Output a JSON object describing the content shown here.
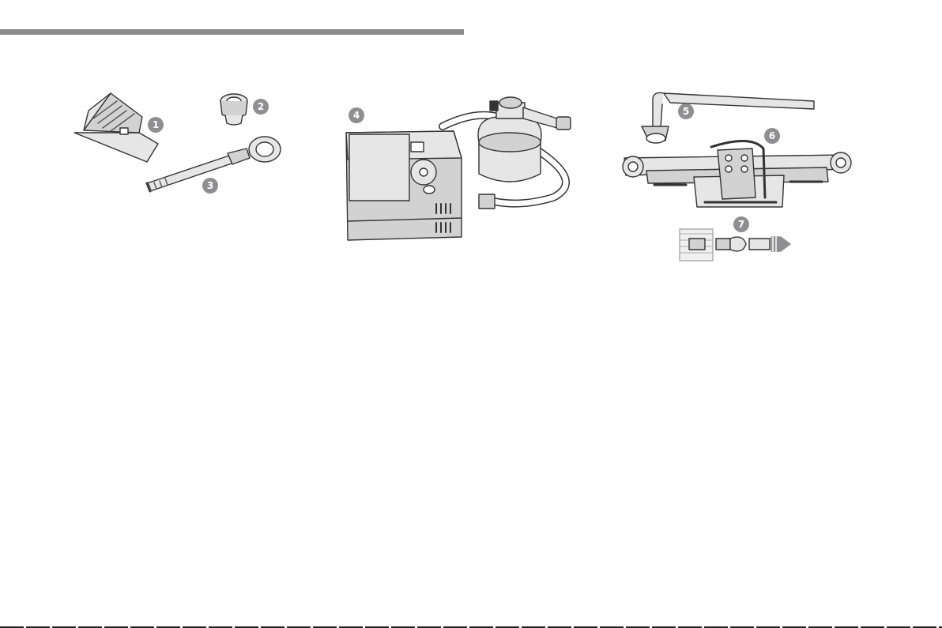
{
  "items": [
    {
      "number": "1",
      "name": "wheel-chock"
    },
    {
      "number": "2",
      "name": "anti-theft-wheel-bolt-adapter"
    },
    {
      "number": "3",
      "name": "towing-eye"
    },
    {
      "number": "4",
      "name": "compressor-with-sealant-cartridge"
    },
    {
      "number": "5",
      "name": "wheelbrace"
    },
    {
      "number": "6",
      "name": "jack"
    },
    {
      "number": "7",
      "name": "bolt-cover-removal-tool"
    }
  ],
  "colors": {
    "header_bar": "#8a898b",
    "badge": "#8f8e90",
    "outline": "#333333",
    "fill_light": "#e6e6e7",
    "fill_mid": "#d2d2d3"
  }
}
